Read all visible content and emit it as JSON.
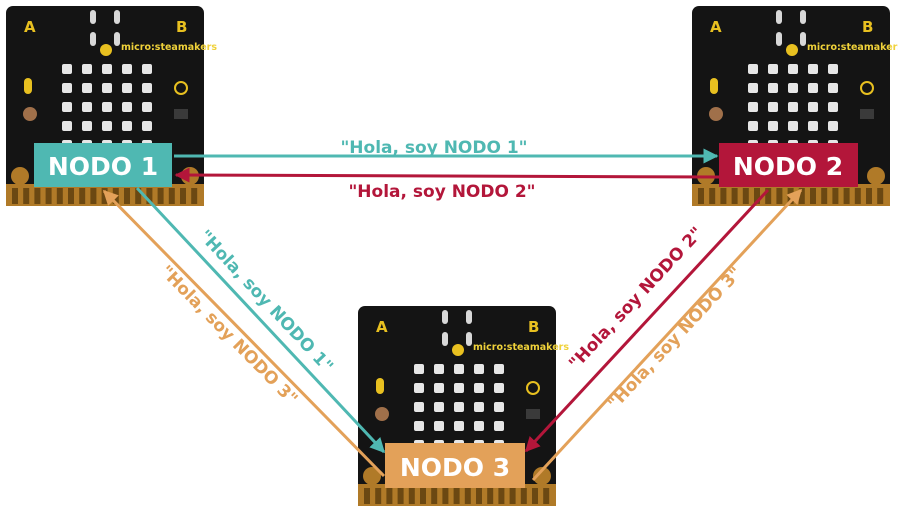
{
  "colors": {
    "node1": "#4fb8b2",
    "node2": "#b3163a",
    "node3": "#e3a159",
    "board": "#141414",
    "edge": "#b07a28"
  },
  "boards": [
    {
      "id": "board-1",
      "button_a": "A",
      "button_b": "B",
      "brand": "micro:steamakers"
    },
    {
      "id": "board-2",
      "button_a": "A",
      "button_b": "B",
      "brand": "micro:steamakers"
    },
    {
      "id": "board-3",
      "button_a": "A",
      "button_b": "B",
      "brand": "micro:steamakers"
    }
  ],
  "nodes": [
    {
      "id": "nodo-1",
      "label": "NODO 1"
    },
    {
      "id": "nodo-2",
      "label": "NODO 2"
    },
    {
      "id": "nodo-3",
      "label": "NODO 3"
    }
  ],
  "messages": [
    {
      "id": "n1-to-n2",
      "text": "\"Hola, soy NODO 1\""
    },
    {
      "id": "n2-to-n1",
      "text": "\"Hola, soy NODO 2\""
    },
    {
      "id": "n1-to-n3",
      "text": "\"Hola, soy NODO 1\""
    },
    {
      "id": "n3-to-n1",
      "text": "\"Hola, soy NODO 3\""
    },
    {
      "id": "n2-to-n3",
      "text": "\"Hola, soy NODO 2\""
    },
    {
      "id": "n3-to-n2",
      "text": "\"Hola, soy NODO 3\""
    }
  ]
}
